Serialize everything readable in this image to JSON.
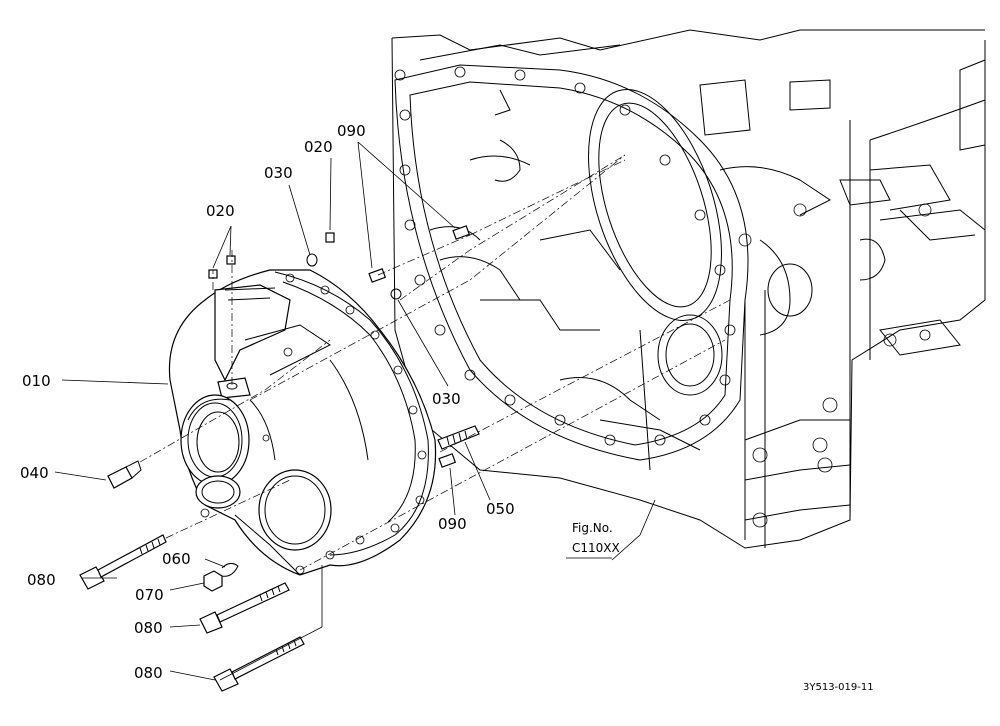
{
  "callouts": {
    "p010": "010",
    "p020_a": "020",
    "p020_b": "020",
    "p030_a": "030",
    "p030_b": "030",
    "p040": "040",
    "p050": "050",
    "p060": "060",
    "p070": "070",
    "p080_a": "080",
    "p080_b": "080",
    "p080_c": "080",
    "p090_a": "090",
    "p090_b": "090"
  },
  "figure": {
    "fig_label": "Fig.No.",
    "fig_number": "C110XX",
    "drawing_code": "3Y513-019-11"
  }
}
